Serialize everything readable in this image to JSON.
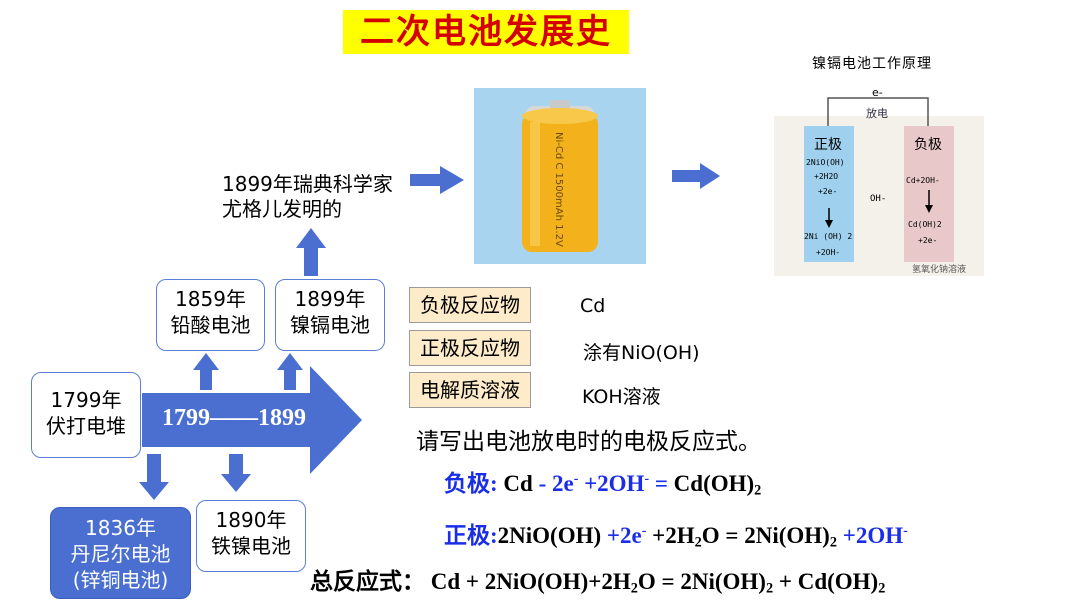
{
  "title": "二次电池发展史",
  "inventor_note": {
    "line1": "1899年瑞典科学家",
    "line2": "尤格儿发明的"
  },
  "battery_label": "Ni-Cd C 1500mAh 1.2V",
  "diagram": {
    "title": "镍镉电池工作原理",
    "electron": "e-",
    "discharge": "放电",
    "positive": {
      "label": "正极",
      "l1": "2NiO(OH)",
      "l2": "+2H2O",
      "l3": "+2e-",
      "l4": "2Ni (OH) 2",
      "l5": "+2OH-"
    },
    "negative": {
      "label": "负极",
      "l1": "Cd+2OH-",
      "l2": "Cd(OH)2",
      "l3": "+2e-"
    },
    "ion": "OH-",
    "electrolyte": "氢氧化钠溶液"
  },
  "timeline": {
    "range": "1799——1899",
    "events": [
      {
        "year": "1799年",
        "name": "伏打电堆"
      },
      {
        "year": "1859年",
        "name": "铅酸电池"
      },
      {
        "year": "1899年",
        "name": "镍镉电池"
      },
      {
        "year": "1836年",
        "name": "丹尼尔电池",
        "sub": "(锌铜电池)"
      },
      {
        "year": "1890年",
        "name": "铁镍电池"
      }
    ]
  },
  "properties": [
    {
      "label": "负极反应物",
      "value": "Cd"
    },
    {
      "label": "正极反应物",
      "value": "涂有NiO(OH)"
    },
    {
      "label": "电解质溶液",
      "value": "KOH溶液"
    }
  ],
  "prompt": "请写出电池放电时的电极反应式。",
  "eq_negative": {
    "label": "负极:",
    "text": "Cd  - 2e- +2OH- = Cd(OH)2"
  },
  "eq_positive": {
    "label": "正极:",
    "text": "2NiO(OH) +2e- +2H2O = 2Ni(OH)2 +2OH-"
  },
  "eq_total": {
    "label": "总反应式：",
    "text": "Cd + 2NiO(OH)+2H2O = 2Ni(OH)2 + Cd(OH)2"
  },
  "colors": {
    "arrow": "#4a6fd0",
    "title_bg": "#ffff00",
    "title_text": "#d40000",
    "tag_bg": "#fdebc9",
    "blue_text": "#1a2ee8"
  }
}
